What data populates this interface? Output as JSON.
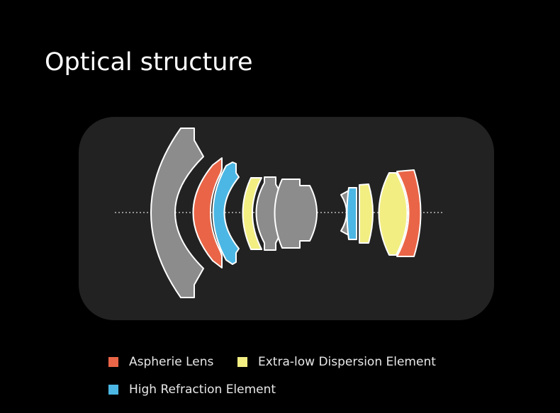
{
  "title": "Optical structure",
  "colors": {
    "background": "#000000",
    "panel": "#222222",
    "gray_element": "#8c8c8c",
    "outline": "#ffffff",
    "axis": "#d8d8d8"
  },
  "legend": [
    {
      "label": "Aspherie Lens",
      "color": "#ea6547"
    },
    {
      "label": "Extra-low Dispersion Element",
      "color": "#f2ee82"
    },
    {
      "label": "High Refraction Element",
      "color": "#4cb7e4"
    }
  ]
}
